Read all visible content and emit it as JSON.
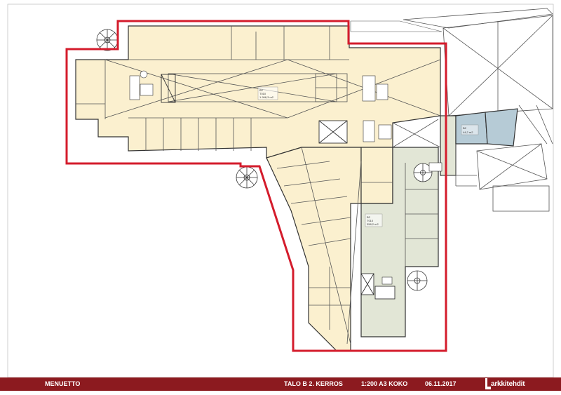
{
  "colors": {
    "footer_bg": "#8c1a1f",
    "boundary": "#d41c2c",
    "area_yellow": "#fbf0cf",
    "area_green": "#e2e6d6",
    "area_blue": "#b6cbd6",
    "wall": "#333333"
  },
  "areas": [
    {
      "name": "yellow-area",
      "id_text": "B2",
      "code": "T010",
      "area_text": "1 998,3 m2"
    },
    {
      "name": "green-area",
      "id_text": "B2",
      "code": "T010",
      "area_text": "358,2 m2"
    },
    {
      "name": "blue-area",
      "id_text": "B2",
      "code": "",
      "area_text": "44,2 m2"
    }
  ],
  "footer": {
    "project": "MENUETTO",
    "building_floor": "TALO B  2. KERROS",
    "scale_size": "1:200 A3 KOKO",
    "date": "06.11.2017",
    "logo_text": "arkkitehdit"
  }
}
